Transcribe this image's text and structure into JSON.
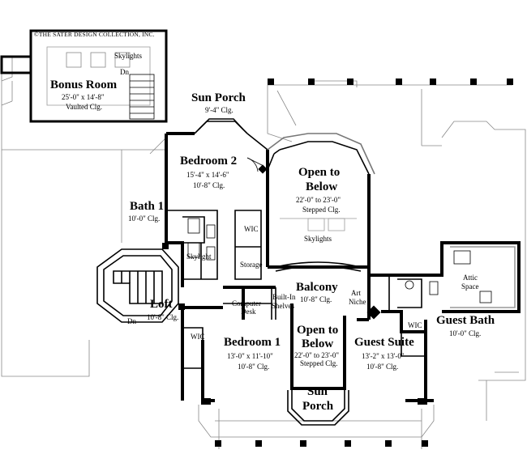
{
  "copyright": "©THE SATER DESIGN COLLECTION, INC.",
  "rooms": {
    "bonus_room": {
      "name": "Bonus Room",
      "dims": "25'-0\" x 14'-8\"",
      "ceiling": "Vaulted Clg."
    },
    "skylights_top": "Skylights",
    "dn_top": "Dn",
    "sun_porch_top": {
      "name": "Sun Porch",
      "ceiling": "9'-4\" Clg."
    },
    "bedroom2": {
      "name": "Bedroom 2",
      "dims": "15'-4\" x 14'-6\"",
      "ceiling": "10'-8\" Clg."
    },
    "open_below_top": {
      "name1": "Open to",
      "name2": "Below",
      "ceiling": "22'-0\" to 23'-0\"",
      "ceiling2": "Stepped Clg."
    },
    "skylights_mid": "Skylights",
    "bath1": {
      "name": "Bath 1",
      "ceiling": "10'-0\" Clg."
    },
    "wic1": "WIC",
    "storage": "Storage",
    "skylight": "Skylight",
    "balcony": {
      "name": "Balcony",
      "ceiling": "10'-8\" Clg."
    },
    "computer_desk": {
      "l1": "Computer",
      "l2": "Desk"
    },
    "built_in_shelves": {
      "l1": "Built-In",
      "l2": "Shelves"
    },
    "art_niche": {
      "l1": "Art",
      "l2": "Niche"
    },
    "loft": {
      "name": "Loft",
      "ceiling": "10'-8\" Clg."
    },
    "dn_loft": "Dn",
    "attic": {
      "l1": "Attic",
      "l2": "Space"
    },
    "guest_bath": {
      "name": "Guest Bath",
      "ceiling": "10'-0\" Clg."
    },
    "wic2": "WIC",
    "wic3": "WIC",
    "bedroom1": {
      "name": "Bedroom 1",
      "dims": "13'-0\" x 11'-10\"",
      "ceiling": "10'-8\" Clg."
    },
    "open_below_bottom": {
      "name1": "Open to",
      "name2": "Below",
      "ceiling": "22'-0\" to 23'-0\"",
      "ceiling2": "Stepped Clg."
    },
    "guest_suite": {
      "name": "Guest Suite",
      "dims": "13'-2\" x 13'-0\"",
      "ceiling": "10'-8\" Clg."
    },
    "sun_porch_bottom": {
      "l1": "Sun",
      "l2": "Porch"
    }
  }
}
